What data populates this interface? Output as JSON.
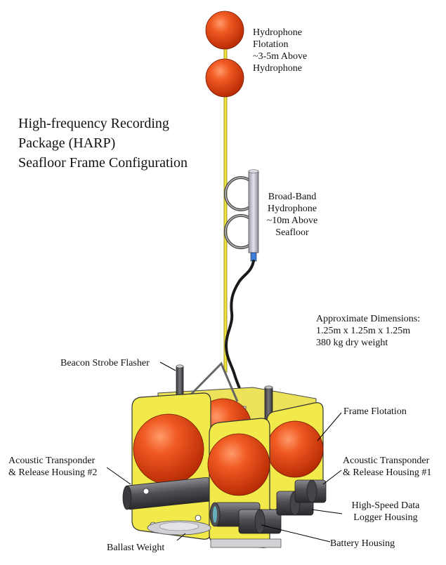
{
  "title": {
    "lines": [
      "High-frequency Recording",
      "Package (HARP)",
      "Seafloor Frame Configuration"
    ]
  },
  "labels": {
    "hydrophone_flotation": [
      "Hydrophone",
      "Flotation",
      "~3-5m Above",
      "Hydrophone"
    ],
    "broadband_hydrophone": [
      "Broad-Band",
      "Hydrophone",
      "~10m Above",
      "Seafloor"
    ],
    "dimensions": [
      "Approximate Dimensions:",
      "1.25m x 1.25m x 1.25m",
      "380 kg dry weight"
    ],
    "beacon_strobe": "Beacon Strobe Flasher",
    "frame_flotation": "Frame Flotation",
    "transponder_2": [
      "Acoustic Transponder",
      "& Release Housing #2"
    ],
    "transponder_1": [
      "Acoustic Transponder",
      "& Release Housing #1"
    ],
    "data_logger": [
      "High-Speed Data",
      "Logger Housing"
    ],
    "ballast": "Ballast Weight",
    "battery": "Battery Housing"
  },
  "colors": {
    "float_orange": "#e8410f",
    "frame_yellow": "#f2ea4a",
    "cable_yellow": "#f0e33a",
    "housing_gray": "#5c5c60",
    "panel_lavender": "#b5b3e0",
    "leader_line": "#000000"
  }
}
